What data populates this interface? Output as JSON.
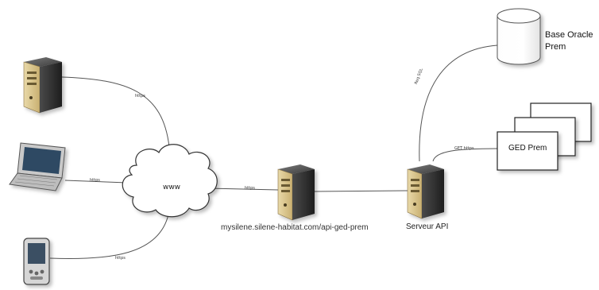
{
  "nodes": {
    "cloud": "www",
    "proxy_server": "mysilene.silene-habitat.com/api-ged-prem",
    "api_server": "Serveur API",
    "database_line1": "Base Oracle",
    "database_line2": "Prem",
    "ged": "GED Prem"
  },
  "links": {
    "server_cloud": "https",
    "laptop_cloud": "https",
    "mobile_cloud": "https",
    "cloud_proxy": "https",
    "api_db": "Req SQL",
    "api_ged": "GET https"
  },
  "icons": [
    "server-icon",
    "laptop-icon",
    "mobile-phone-icon",
    "cloud-icon",
    "database-icon",
    "document-stack-icon"
  ]
}
